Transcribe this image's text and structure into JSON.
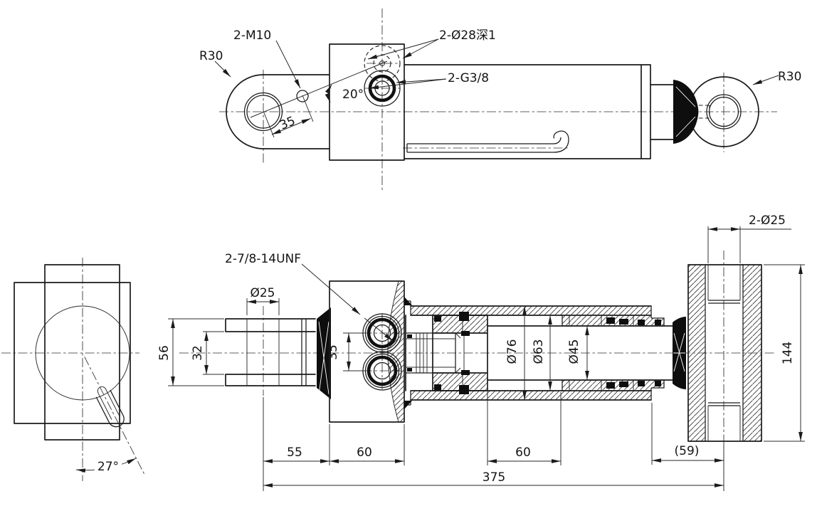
{
  "drawing": {
    "type": "engineering-cad-drawing",
    "subject": "hydraulic cylinder, three views with section",
    "colors": {
      "line": "#1b1b1b",
      "background": "#ffffff"
    },
    "top_view": {
      "r30_left": "R30",
      "m10": "2-M10",
      "dim35": "35",
      "angle20": "20°",
      "phi28": "2-Ø28深1",
      "g38": "2-G3/8",
      "r30_right": "R30"
    },
    "end_view": {
      "angle27": "27°"
    },
    "section_view": {
      "unf": "2-7/8-14UNF",
      "phi25": "Ø25",
      "dim56": "56",
      "dim32": "32",
      "dim35": "35",
      "phi76": "Ø76",
      "phi63": "Ø63",
      "phi45": "Ø45",
      "phi25x2": "2-Ø25",
      "dim144": "144",
      "dim55": "55",
      "dim60a": "60",
      "dim60b": "60",
      "dim59": "(59)",
      "dim375": "375"
    }
  }
}
